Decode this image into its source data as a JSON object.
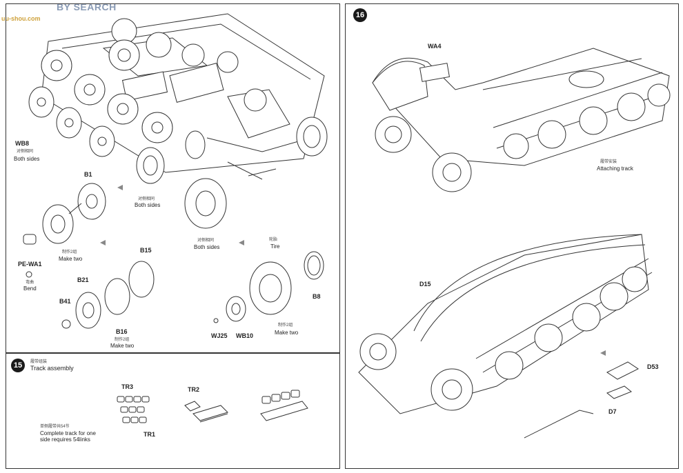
{
  "watermark": {
    "brand": "BY SEARCH",
    "site": "uu-shou.com"
  },
  "left_top": {
    "wb8": {
      "code": "WB8",
      "cn": "对侧相同",
      "en": "Both sides"
    },
    "b1": {
      "code": "B1",
      "cn": "对侧相同",
      "en": "Both sides"
    },
    "pe_wa1": {
      "code": "PE-WA1",
      "cn": "制作2组",
      "en": "Make two",
      "bend_cn": "弯曲",
      "bend_en": "Bend"
    },
    "both_sides_3": {
      "cn": "对侧相同",
      "en": "Both sides"
    },
    "tire": {
      "cn": "轮胎",
      "en": "Tire"
    },
    "b15": {
      "code": "B15"
    },
    "b21": {
      "code": "B21"
    },
    "b41": {
      "code": "B41"
    },
    "b16": {
      "code": "B16",
      "cn": "制作2组",
      "en": "Make two"
    },
    "b8": {
      "code": "B8",
      "cn": "制作2组",
      "en": "Make two"
    },
    "wj25": {
      "code": "WJ25"
    },
    "wb10": {
      "code": "WB10"
    }
  },
  "step15": {
    "number": "15",
    "title_cn": "履带组装",
    "title_en": "Track assembly",
    "tr3": "TR3",
    "tr2": "TR2",
    "tr1": "TR1",
    "note_cn": "单侧履带共54节",
    "note_en_1": "Complete track for one",
    "note_en_2": "side requires 54links"
  },
  "step16": {
    "number": "16",
    "wa4": "WA4",
    "attach_cn": "履带安装",
    "attach_en": "Attaching track",
    "d15": "D15",
    "d53": "D53",
    "d7": "D7"
  }
}
